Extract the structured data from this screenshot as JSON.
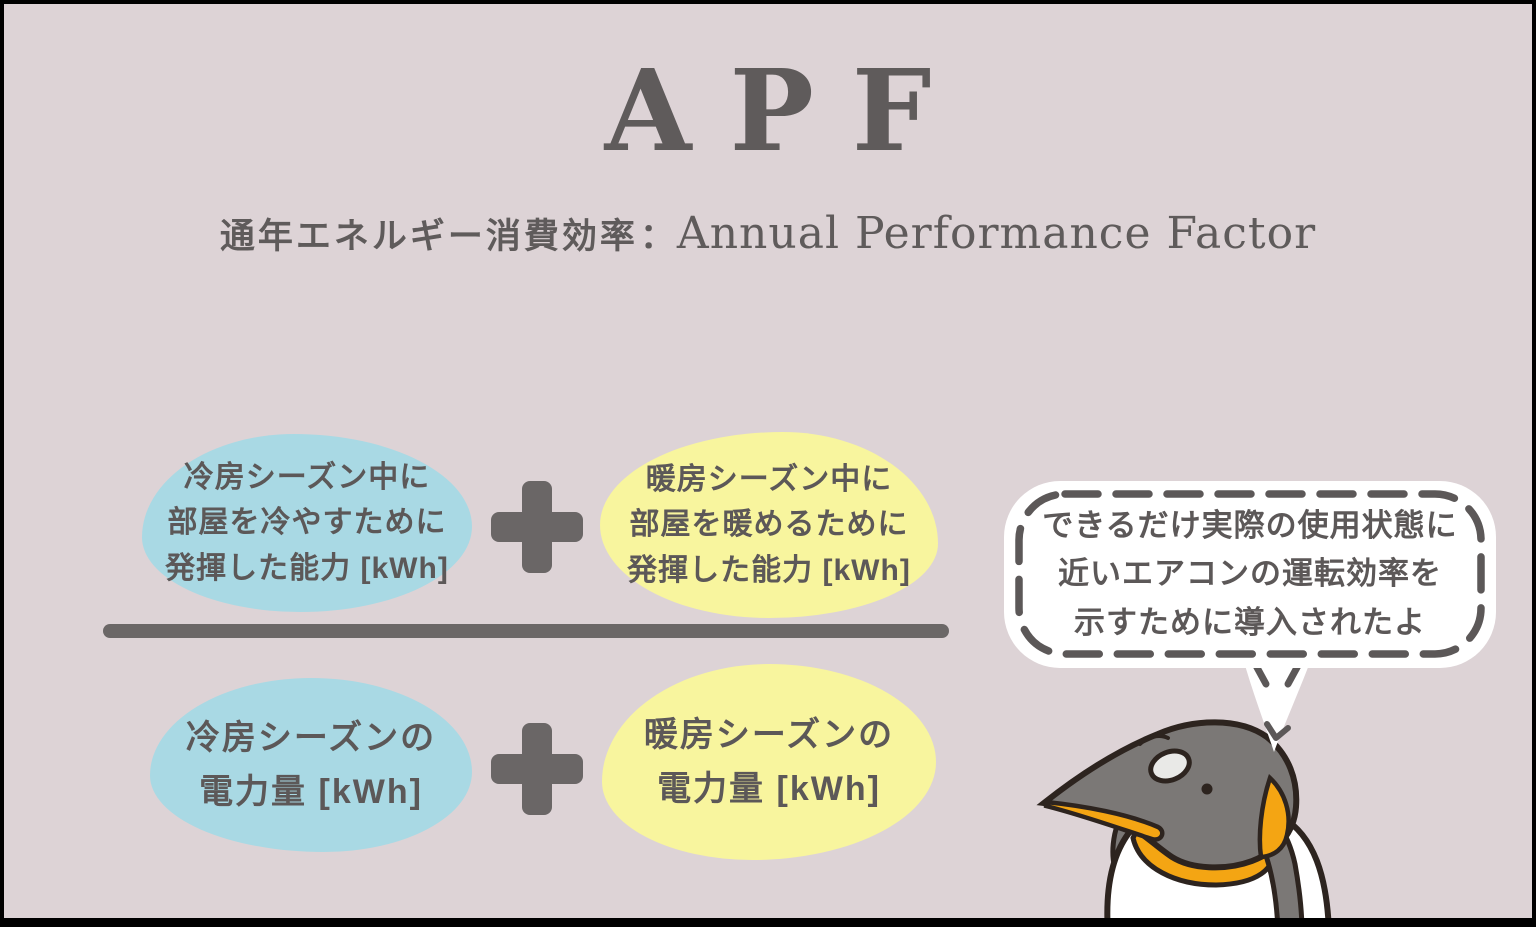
{
  "colors": {
    "background": "#ddd3d6",
    "frame": "#000000",
    "text_dark": "#5c5858",
    "operator_gray": "#6a6666",
    "blob_blue": "#a9d9e4",
    "blob_yellow": "#f8f59e",
    "bubble_background": "#ffffff",
    "bubble_dash": "#5c5858",
    "penguin_gray": "#7b7876",
    "penguin_orange": "#f4a513",
    "penguin_outline": "#2d241f"
  },
  "header": {
    "title": "APF",
    "subtitle_jp": "通年エネルギー消費効率",
    "subtitle_sep": "：",
    "subtitle_en": "Annual Performance Factor"
  },
  "formula": {
    "operator": "+",
    "numerator_left": {
      "line1": "冷房シーズン中に",
      "line2": "部屋を冷やすために",
      "line3": "発揮した能力 [kWh]"
    },
    "numerator_right": {
      "line1": "暖房シーズン中に",
      "line2": "部屋を暖めるために",
      "line3": "発揮した能力 [kWh]"
    },
    "denominator_left": {
      "line1": "冷房シーズンの",
      "line2": "電力量 [kWh]"
    },
    "denominator_right": {
      "line1": "暖房シーズンの",
      "line2": "電力量 [kWh]"
    }
  },
  "speech_bubble": {
    "line1": "できるだけ実際の使用状態に",
    "line2": "近いエアコンの運転効率を",
    "line3": "示すために導入されたよ"
  }
}
